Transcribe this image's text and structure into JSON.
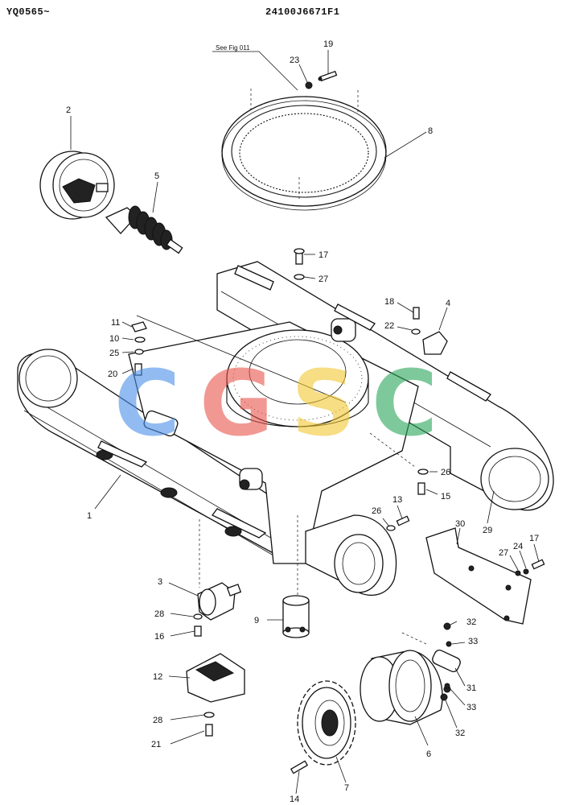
{
  "header": {
    "left_code": "YQ0565~",
    "drawing_number": "24100J6671F1"
  },
  "reference_note": "See Fig 011",
  "watermark": {
    "letters": [
      "C",
      "G",
      "S",
      "C"
    ],
    "colors": [
      "#4a8ee8",
      "#e8554a",
      "#f2c831",
      "#2aa65a"
    ]
  },
  "callouts": {
    "c1": "1",
    "c2": "2",
    "c3": "3",
    "c4": "4",
    "c5": "5",
    "c6": "6",
    "c7": "7",
    "c8": "8",
    "c9": "9",
    "c10": "10",
    "c11": "11",
    "c12": "12",
    "c13": "13",
    "c14": "14",
    "c15": "15",
    "c16": "16",
    "c17a": "17",
    "c17b": "17",
    "c18": "18",
    "c19": "19",
    "c20": "20",
    "c21": "21",
    "c22": "22",
    "c23": "23",
    "c24": "24",
    "c25": "25",
    "c26a": "26",
    "c26b": "26",
    "c27a": "27",
    "c27b": "27",
    "c28a": "28",
    "c28b": "28",
    "c29": "29",
    "c30": "30",
    "c31": "31",
    "c32a": "32",
    "c32b": "32",
    "c33a": "33",
    "c33b": "33"
  }
}
